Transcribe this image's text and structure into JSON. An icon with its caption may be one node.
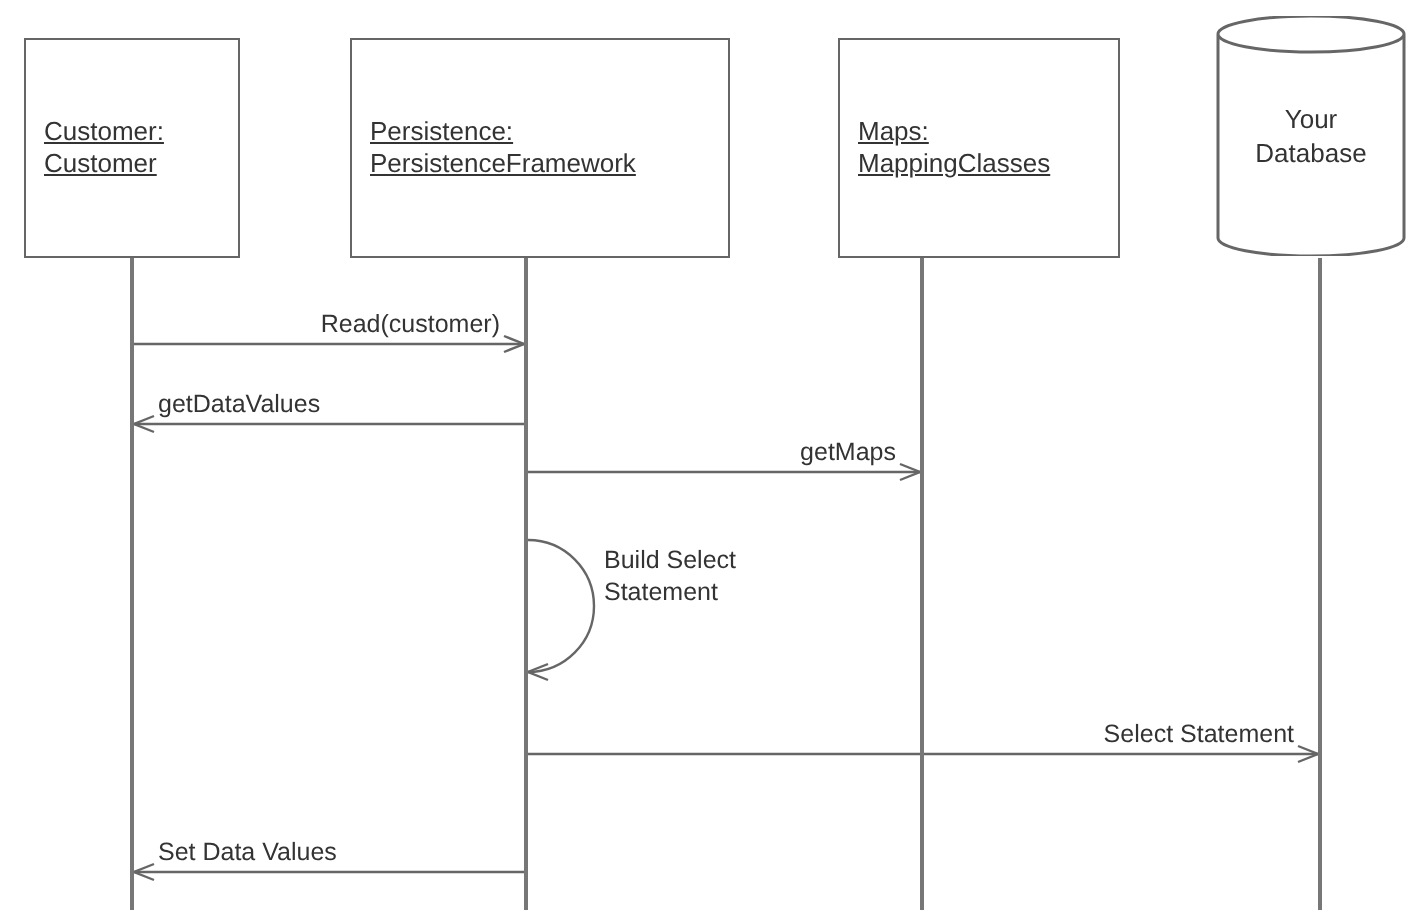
{
  "diagram": {
    "nodes": [
      {
        "text": [
          "Customer: Customer"
        ]
      },
      {
        "text": [
          "Persistence: PersistenceFramework"
        ]
      },
      {
        "text": [
          "Maps: MappingClasses"
        ]
      },
      {
        "text": [
          "Your Database"
        ]
      },
      {
        "text": [],
        "shape": "bar"
      },
      {
        "text": [],
        "shape": "bar"
      },
      {
        "text": [],
        "shape": "bar"
      },
      {
        "text": [],
        "shape": "bar"
      }
    ],
    "edges": [
      {
        "from": 4,
        "to": 5,
        "arrow": "to",
        "label": "Read(customer)"
      },
      {
        "from": 5,
        "to": 4,
        "arrow": "to",
        "label": "getDataValues"
      },
      {
        "from": 5,
        "to": 6,
        "arrow": "to",
        "label": "getMaps"
      },
      {
        "from": 5,
        "to": 5,
        "arrow": "to",
        "label": "Build Select Statement"
      },
      {
        "from": 5,
        "to": 7,
        "arrow": "to",
        "label": "Select Statement"
      },
      {
        "from": 5,
        "to": 4,
        "arrow": "to",
        "label": "Set Data Values"
      }
    ]
  }
}
